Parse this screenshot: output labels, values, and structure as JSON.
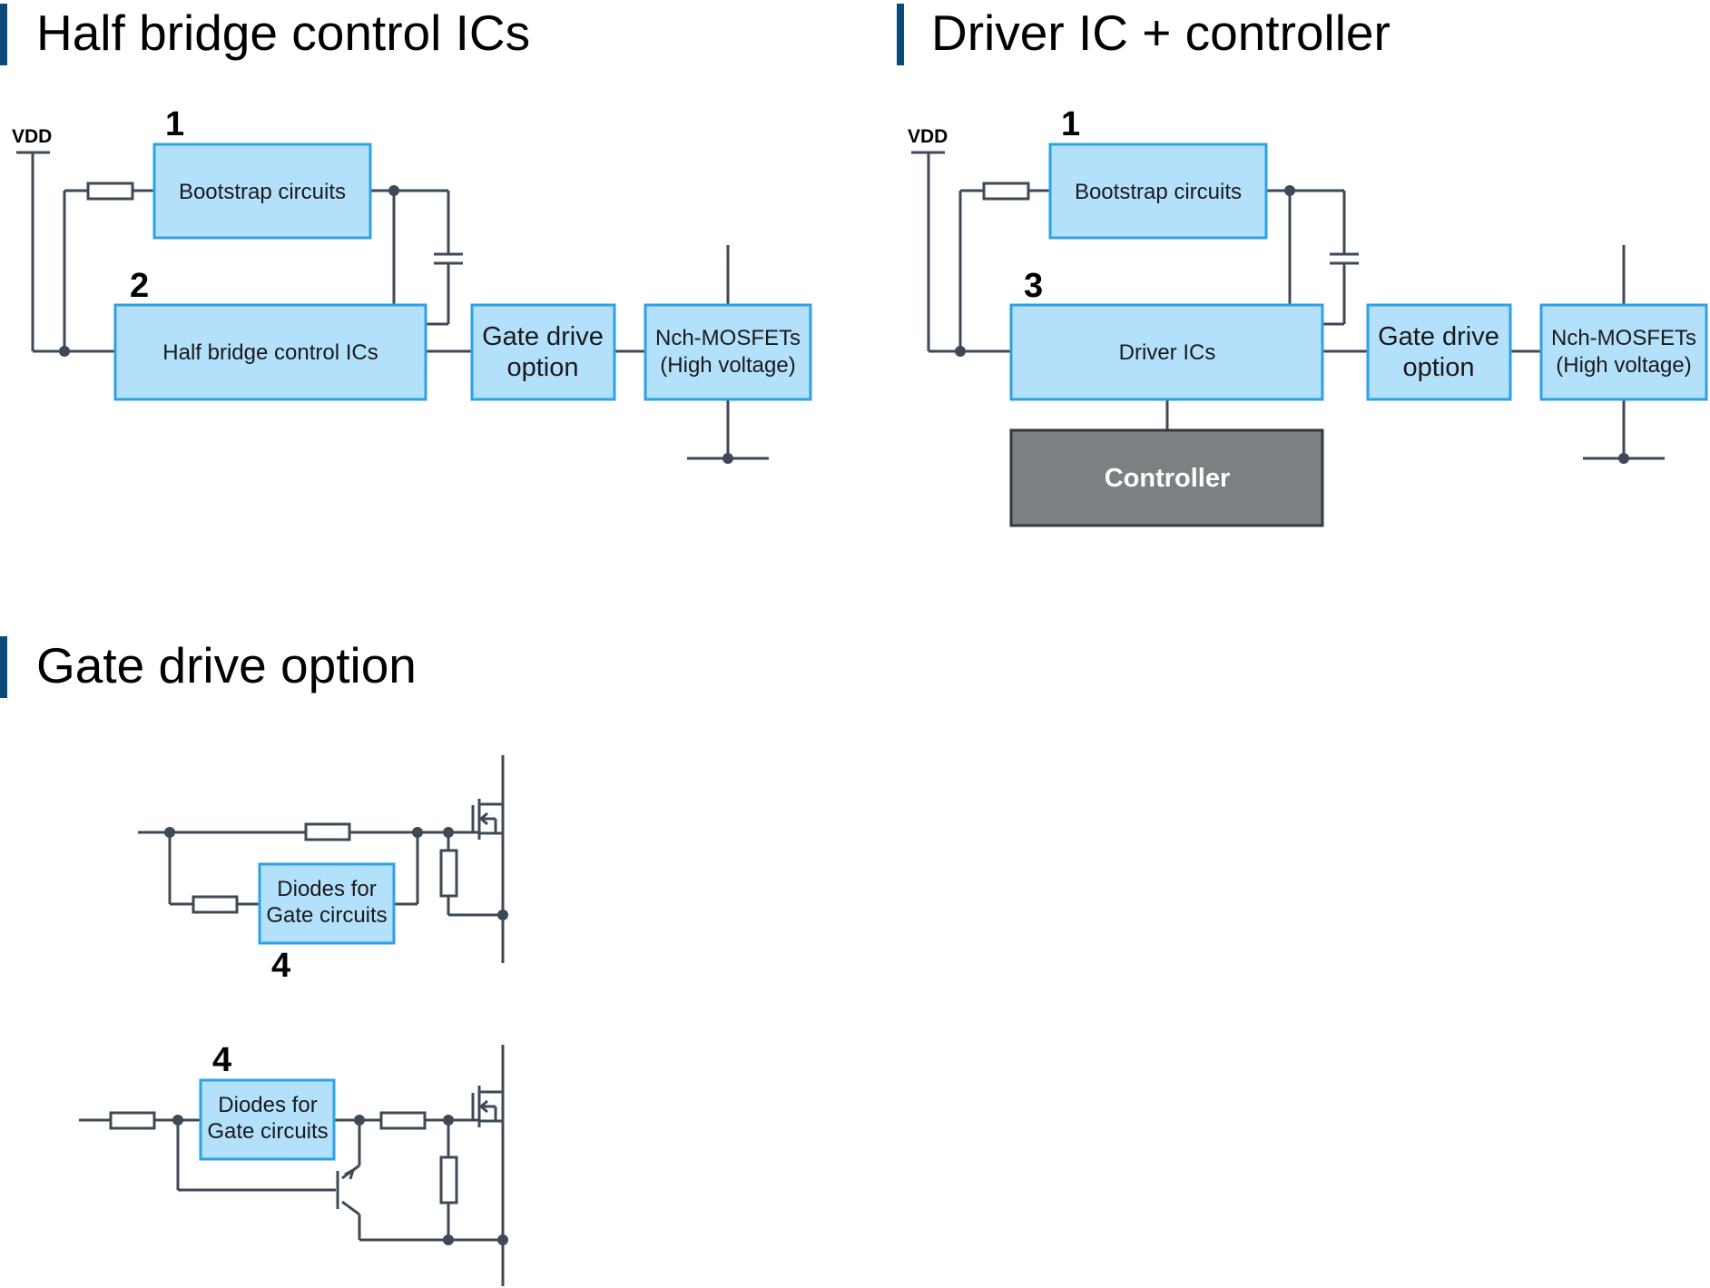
{
  "sections": {
    "half_bridge": {
      "title": "Half bridge control ICs",
      "vdd": "VDD",
      "num_bootstrap": "1",
      "num_main": "2",
      "bootstrap": "Bootstrap circuits",
      "main": "Half bridge control ICs",
      "gate_drive": [
        "Gate drive",
        "option"
      ],
      "mosfet": [
        "Nch-MOSFETs",
        "(High voltage)"
      ]
    },
    "driver": {
      "title": "Driver IC + controller",
      "vdd": "VDD",
      "num_bootstrap": "1",
      "num_main": "3",
      "bootstrap": "Bootstrap circuits",
      "main": "Driver ICs",
      "controller": "Controller",
      "gate_drive": [
        "Gate drive",
        "option"
      ],
      "mosfet": [
        "Nch-MOSFETs",
        "(High voltage)"
      ]
    },
    "gate_option": {
      "title": "Gate drive option",
      "circuit1": {
        "diodes": [
          "Diodes for",
          "Gate circuits"
        ],
        "num": "4"
      },
      "circuit2": {
        "diodes": [
          "Diodes for",
          "Gate circuits"
        ],
        "num": "4"
      }
    }
  },
  "colors": {
    "block_fill": "#b3e0fb",
    "block_border": "#2ea1e3",
    "controller_fill": "#7b8082",
    "wire": "#3d4a56",
    "title_bar": "#0c4a7a"
  }
}
